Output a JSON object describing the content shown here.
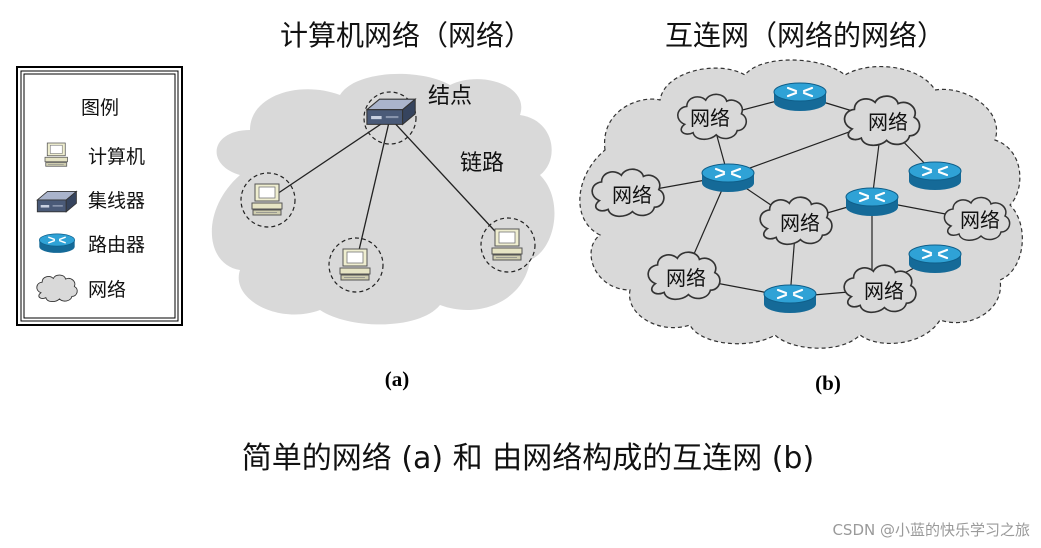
{
  "titles": {
    "left": "计算机网络（网络）",
    "right": "互连网（网络的网络）"
  },
  "legend": {
    "title": "图例",
    "items": [
      {
        "icon": "computer-icon",
        "label": "计算机"
      },
      {
        "icon": "hub-icon",
        "label": "集线器"
      },
      {
        "icon": "router-icon",
        "label": "路由器"
      },
      {
        "icon": "network-cloud-icon",
        "label": "网络"
      }
    ]
  },
  "diagram_a": {
    "node_label": "结点",
    "link_label": "链路",
    "caption": "(a)"
  },
  "diagram_b": {
    "network_label": "网络",
    "caption": "(b)"
  },
  "footer": {
    "caption": "简单的网络 (a) 和 由网络构成的互连网 (b)"
  },
  "watermark": "CSDN @小蓝的快乐学习之旅",
  "colors": {
    "cloud_fill": "#d9d9d9",
    "router_blue": "#1f8fc4",
    "hub_dark": "#4a5a78",
    "line": "#222222"
  }
}
